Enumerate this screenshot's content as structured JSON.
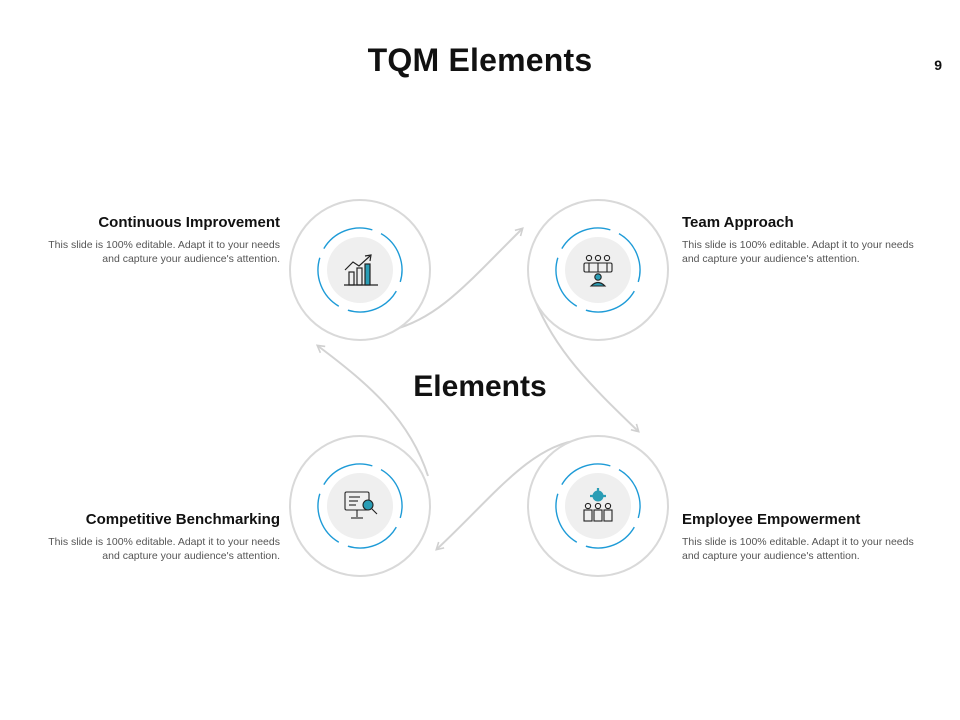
{
  "slide": {
    "title": "TQM Elements",
    "page_number": "9",
    "center_label": "Elements"
  },
  "elements": [
    {
      "title": "Continuous Improvement",
      "body": "This slide is 100% editable. Adapt it to your needs and capture your audience's attention.",
      "icon": "growth-chart-icon"
    },
    {
      "title": "Team Approach",
      "body": "This slide is 100% editable. Adapt it to your needs and capture your audience's attention.",
      "icon": "team-meeting-icon"
    },
    {
      "title": "Competitive Benchmarking",
      "body": "This slide is 100% editable. Adapt it to your needs and capture your audience's attention.",
      "icon": "benchmark-analysis-icon"
    },
    {
      "title": "Employee Empowerment",
      "body": "This slide is 100% editable. Adapt it to your needs and capture your audience's attention.",
      "icon": "empowered-team-icon"
    }
  ],
  "colors": {
    "accent": "#1e9bd7",
    "icon_fill": "#2a9db5",
    "ring": "#d9d9d9",
    "inner_disc": "#efefef",
    "arrow": "#d3d3d3"
  }
}
